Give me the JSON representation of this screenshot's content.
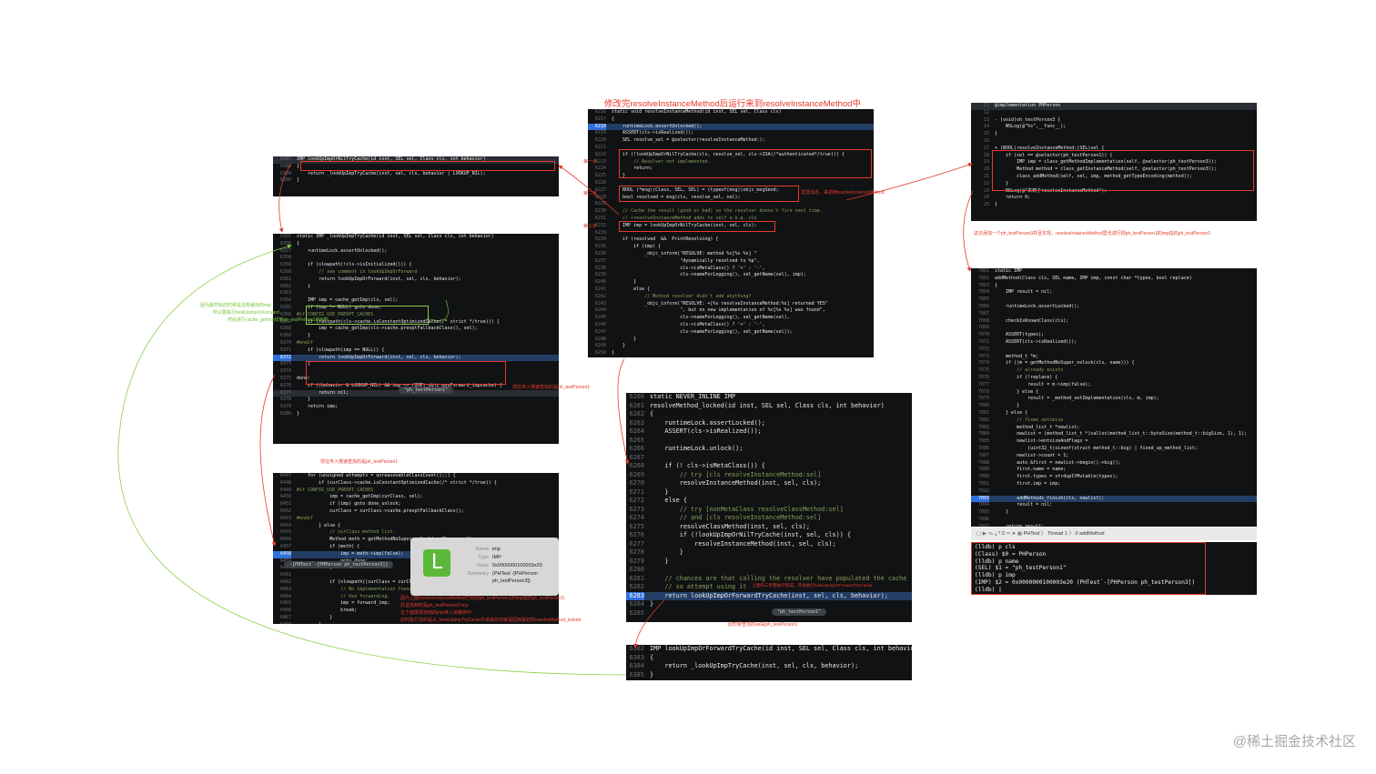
{
  "title": "修改完resolveInstanceMethod后运行来到resolveInstanceMethod中",
  "watermark": "@稀土掘金技术社区",
  "colors": {
    "annotation_red": "#e33b2e",
    "annotation_green": "#7cc63b",
    "editor_bg": "#111213"
  },
  "panel_a": {
    "lines": [
      {
        "n": "6387",
        "t": "IMP lookUpImpOrNilTryCache(id inst, SEL sel, Class cls, int behavior)",
        "hl": true
      },
      {
        "n": "6388",
        "t": "{"
      },
      {
        "n": "6389",
        "t": "    return _lookUpImpTryCache(inst, sel, cls, behavior | LOOKUP_NIL);"
      },
      {
        "n": "6390",
        "t": "}"
      }
    ]
  },
  "panel_b": {
    "lines": [
      {
        "n": "6355",
        "t": "static IMP _lookUpImpTryCache(id inst, SEL sel, Class cls, int behavior)"
      },
      {
        "n": "6356",
        "t": "{"
      },
      {
        "n": "6357",
        "t": "    runtimeLock.assertUnlocked();"
      },
      {
        "n": "6358",
        "t": ""
      },
      {
        "n": "6359",
        "t": "    if (slowpath(!cls->isInitialized())) {"
      },
      {
        "n": "6360",
        "t": "        // see comment in lookUpImpOrForward"
      },
      {
        "n": "6361",
        "t": "        return lookUpImpOrForward(inst, sel, cls, behavior);"
      },
      {
        "n": "6362",
        "t": "    }"
      },
      {
        "n": "6363",
        "t": ""
      },
      {
        "n": "6364",
        "t": "    IMP imp = cache_getImp(cls, sel);"
      },
      {
        "n": "6365",
        "t": "    if (imp != NULL) goto done;"
      },
      {
        "n": "6366",
        "t": "#if CONFIG_USE_PREOPT_CACHES"
      },
      {
        "n": "6367",
        "t": "    if (fastpath(cls->cache.isConstantOptimizedCache(/* strict */true))) {"
      },
      {
        "n": "6368",
        "t": "        imp = cache_getImp(cls->cache.preoptFallbackClass(), sel);"
      },
      {
        "n": "6369",
        "t": "    }"
      },
      {
        "n": "6370",
        "t": "#endif"
      },
      {
        "n": "6371",
        "t": "    if (slowpath(imp == NULL)) {"
      },
      {
        "n": "6372",
        "t": "        return lookUpImpOrForward(inst, sel, cls, behavior);",
        "cur": true
      },
      {
        "n": "6373",
        "t": "    }"
      },
      {
        "n": "6374",
        "t": ""
      },
      {
        "n": "6375",
        "t": "done:"
      },
      {
        "n": "6376",
        "t": "    if ((behavior & LOOKUP_NIL) && imp == (IMP)_objc_msgForward_impcache) {"
      },
      {
        "n": "6377",
        "t": "        return nil;",
        "hl": true
      },
      {
        "n": "6378",
        "t": "    }"
      },
      {
        "n": "6379",
        "t": "    return imp;"
      },
      {
        "n": "6380",
        "t": "}"
      }
    ],
    "pill": "\"ph_testPerson1\""
  },
  "panel_c": {
    "lines": [
      {
        "n": "6216",
        "t": "static void resolveInstanceMethod(id inst, SEL sel, Class cls)"
      },
      {
        "n": "6217",
        "t": "{"
      },
      {
        "n": "6218",
        "t": "    runtimeLock.assertUnlocked();",
        "cur": true
      },
      {
        "n": "6219",
        "t": "    ASSERT(cls->isRealized());"
      },
      {
        "n": "6220",
        "t": "    SEL resolve_sel = @selector(resolveInstanceMethod:);"
      },
      {
        "n": "6221",
        "t": ""
      },
      {
        "n": "6222",
        "t": "    if (!lookUpImpOrNilTryCache(cls, resolve_sel, cls->ISA(/*authenticated*/true))) {"
      },
      {
        "n": "6223",
        "t": "        // Resolver not implemented."
      },
      {
        "n": "6224",
        "t": "        return;"
      },
      {
        "n": "6225",
        "t": "    }"
      },
      {
        "n": "6226",
        "t": ""
      },
      {
        "n": "6227",
        "t": "    BOOL (*msg)(Class, SEL, SEL) = (typeof(msg))objc_msgSend;"
      },
      {
        "n": "6228",
        "t": "    bool resolved = msg(cls, resolve_sel, sel);"
      },
      {
        "n": "6229",
        "t": ""
      },
      {
        "n": "6230",
        "t": "    // Cache the result (good or bad) so the resolver doesn't fire next time."
      },
      {
        "n": "6231",
        "t": "    // +resolveInstanceMethod adds to self a.k.a. cls"
      },
      {
        "n": "6232",
        "t": "    IMP imp = lookUpImpOrNilTryCache(inst, sel, cls);"
      },
      {
        "n": "6233",
        "t": ""
      },
      {
        "n": "6234",
        "t": "    if (resolved  &&  PrintResolving) {"
      },
      {
        "n": "6235",
        "t": "        if (imp) {"
      },
      {
        "n": "6236",
        "t": "            _objc_inform(\"RESOLVE: method %c[%s %s] \""
      },
      {
        "n": "6237",
        "t": "                         \"dynamically resolved to %p\","
      },
      {
        "n": "6238",
        "t": "                         cls->isMetaClass() ? '+' : '-',"
      },
      {
        "n": "6239",
        "t": "                         cls->nameForLogging(), sel_getName(sel), imp);"
      },
      {
        "n": "6240",
        "t": "        }"
      },
      {
        "n": "6241",
        "t": "        else {"
      },
      {
        "n": "6242",
        "t": "            // Method resolver didn't add anything?"
      },
      {
        "n": "6243",
        "t": "            _objc_inform(\"RESOLVE: +[%s resolveInstanceMethod:%s] returned YES\""
      },
      {
        "n": "6244",
        "t": "                         \", but no new implementation of %c[%s %s] was found\","
      },
      {
        "n": "6245",
        "t": "                         cls->nameForLogging(), sel_getName(sel),"
      },
      {
        "n": "6246",
        "t": "                         cls->isMetaClass() ? '+' : '-',"
      },
      {
        "n": "6247",
        "t": "                         cls->nameForLogging(), sel_getName(sel));"
      },
      {
        "n": "6248",
        "t": "        }"
      },
      {
        "n": "6249",
        "t": "    }"
      },
      {
        "n": "6250",
        "t": "}"
      }
    ],
    "tags": [
      "第一步",
      "第二步",
      "第三步"
    ],
    "note_send": "发送消息，来调用resolveInstanceMethod"
  },
  "panel_d": {
    "lines": [
      {
        "n": "11",
        "t": "@implementation PHPerson",
        "hl": true
      },
      {
        "n": "12",
        "t": ""
      },
      {
        "n": "13",
        "t": "- (void)oh_testPerson3 {"
      },
      {
        "n": "14",
        "t": "    NSLog(@\"%s\",__func__);"
      },
      {
        "n": "15",
        "t": "}"
      },
      {
        "n": "16",
        "t": ""
      },
      {
        "n": "17",
        "t": "+ (BOOL)resolveInstanceMethod:(SEL)sel {"
      },
      {
        "n": "18",
        "t": "    if (sel == @selector(ph_testPerson1)) {"
      },
      {
        "n": "19",
        "t": "        IMP imp = class_getMethodImplementation(self, @selector(ph_testPerson3));"
      },
      {
        "n": "20",
        "t": "        Method method = class_getInstanceMethod(self, @selector(ph_testPerson3));"
      },
      {
        "n": "21",
        "t": "        class_addMethod(self, sel, imp, method_getTypeEncoding(method));"
      },
      {
        "n": "22",
        "t": "    }"
      },
      {
        "n": "23",
        "t": "    NSLog(@\"来到了resolveInstanceMethod\");"
      },
      {
        "n": "24",
        "t": "    return 0;"
      },
      {
        "n": "25",
        "t": "}"
      }
    ],
    "note": "这次添加一个ph_testPerson3并且实现，resolveInstanceMethod里也进行把ph_testPerson1的imp指向ph_testPerson3"
  },
  "panel_e": {
    "lines": [
      {
        "n": "6260",
        "t": "static NEVER_INLINE IMP"
      },
      {
        "n": "6261",
        "t": "resolveMethod_locked(id inst, SEL sel, Class cls, int behavior)"
      },
      {
        "n": "6262",
        "t": "{"
      },
      {
        "n": "6263",
        "t": "    runtimeLock.assertLocked();"
      },
      {
        "n": "6264",
        "t": "    ASSERT(cls->isRealized());"
      },
      {
        "n": "6265",
        "t": ""
      },
      {
        "n": "6266",
        "t": "    runtimeLock.unlock();"
      },
      {
        "n": "6267",
        "t": ""
      },
      {
        "n": "6268",
        "t": "    if (! cls->isMetaClass()) {"
      },
      {
        "n": "6269",
        "t": "        // try [cls resolveInstanceMethod:sel]"
      },
      {
        "n": "6270",
        "t": "        resolveInstanceMethod(inst, sel, cls);"
      },
      {
        "n": "6271",
        "t": "    }"
      },
      {
        "n": "6272",
        "t": "    else {"
      },
      {
        "n": "6273",
        "t": "        // try [nonMetaClass resolveClassMethod:sel]"
      },
      {
        "n": "6274",
        "t": "        // and [cls resolveInstanceMethod:sel]"
      },
      {
        "n": "6275",
        "t": "        resolveClassMethod(inst, sel, cls);"
      },
      {
        "n": "6276",
        "t": "        if (!lookUpImpOrNilTryCache(inst, sel, cls)) {"
      },
      {
        "n": "6277",
        "t": "            resolveInstanceMethod(inst, sel, cls);"
      },
      {
        "n": "6278",
        "t": "        }"
      },
      {
        "n": "6279",
        "t": "    }"
      },
      {
        "n": "6280",
        "t": ""
      },
      {
        "n": "6281",
        "t": "    // chances are that calling the resolver have populated the cache"
      },
      {
        "n": "6282",
        "t": "    // so attempt using it"
      },
      {
        "n": "6283",
        "t": "    return lookUpImpOrForwardTryCache(inst, sel, cls, behavior);",
        "cur": true
      },
      {
        "n": "6284",
        "t": "}"
      },
      {
        "n": "6285",
        "t": ""
      }
    ],
    "pill": "\"ph_testPerson1\"",
    "note_inline": "上面的三步都执行完成，开始执行lookUpImpOrForwardTryCache",
    "note_below": "此时要查找的sel是ph_testPerson1"
  },
  "panel_f": {
    "lines": [
      {
        "n": "6382",
        "t": "IMP lookUpImpOrForwardTryCache(id inst, SEL sel, Class cls, int behavior)"
      },
      {
        "n": "6383",
        "t": "{"
      },
      {
        "n": "6384",
        "t": "    return _lookUpImpTryCache(inst, sel, cls, behavior);"
      },
      {
        "n": "6385",
        "t": "}"
      }
    ]
  },
  "panel_g": {
    "lines": [
      {
        "n": "6447",
        "t": "    for (unsigned attempts = unreasonableClassCount();;) {"
      },
      {
        "n": "6448",
        "t": "        if (curClass->cache.isConstantOptimizedCache(/* strict */true)) {"
      },
      {
        "n": "6449",
        "t": "#if CONFIG_USE_PREOPT_CACHES"
      },
      {
        "n": "6450",
        "t": "            imp = cache_getImp(curClass, sel);"
      },
      {
        "n": "6451",
        "t": "            if (imp) goto done_unlock;"
      },
      {
        "n": "6452",
        "t": "            curClass = curClass->cache.preoptFallbackClass();"
      },
      {
        "n": "6453",
        "t": "#endif"
      },
      {
        "n": "6454",
        "t": "        } else {"
      },
      {
        "n": "6455",
        "t": "            // curClass method list."
      },
      {
        "n": "6456",
        "t": "            Method meth = getMethodNoSuper_nolock(curClass, sel);"
      },
      {
        "n": "6457",
        "t": "            if (meth) {"
      },
      {
        "n": "6458",
        "t": "                imp = meth->imp(false);",
        "cur": true
      },
      {
        "n": "6459",
        "t": "                goto done;"
      },
      {
        "n": "6460",
        "t": "            }"
      },
      {
        "n": "6461",
        "t": ""
      },
      {
        "n": "6462",
        "t": "            if (slowpath((curClass = curClass->getSuperclass()) == nil)) {"
      },
      {
        "n": "6463",
        "t": "                // No implementation found, and method resolver didn't help."
      },
      {
        "n": "6464",
        "t": "                // Use forwarding."
      },
      {
        "n": "6465",
        "t": "                imp = forward_imp;"
      },
      {
        "n": "6466",
        "t": "                break;"
      },
      {
        "n": "6467",
        "t": "            }"
      },
      {
        "n": "6468",
        "t": "        }"
      }
    ],
    "pill": "-[PHTest`-[PHPerson ph_testPerson3]]",
    "popup": {
      "logo": "L",
      "rows": [
        {
          "k": "Name",
          "v": "imp"
        },
        {
          "k": "Type",
          "v": "IMP"
        },
        {
          "k": "Value",
          "v": "0x0000000100003e20"
        },
        {
          "k": "Summary",
          "v": "(PHTest`-[PHPerson"
        },
        {
          "k": "",
          "v": "ph_testPerson3])"
        }
      ]
    },
    "notes": [
      "因为上面resolveInstanceMethod已经把ph_testPerson1的imp指向ph_testPerson3,",
      "并且找到的是ph_testPerson3 imp",
      "在下面再把找到的imp存入到缓存中",
      "此时执行完的是从_lookUpImpTryCache中进来的也就是回到最初的resolveMethod_locked"
    ]
  },
  "panel_h": {
    "lines": [
      {
        "n": "7061",
        "t": "static IMP"
      },
      {
        "n": "7062",
        "t": "addMethod(Class cls, SEL name, IMP imp, const char *types, bool replace)"
      },
      {
        "n": "7063",
        "t": "{"
      },
      {
        "n": "7064",
        "t": "    IMP result = nil;"
      },
      {
        "n": "7065",
        "t": ""
      },
      {
        "n": "7066",
        "t": "    runtimeLock.assertLocked();"
      },
      {
        "n": "7067",
        "t": ""
      },
      {
        "n": "7068",
        "t": "    checkIsKnownClass(cls);"
      },
      {
        "n": "7069",
        "t": ""
      },
      {
        "n": "7070",
        "t": "    ASSERT(types);"
      },
      {
        "n": "7071",
        "t": "    ASSERT(cls->isRealized());"
      },
      {
        "n": "7072",
        "t": ""
      },
      {
        "n": "7073",
        "t": "    method_t *m;"
      },
      {
        "n": "7074",
        "t": "    if ((m = getMethodNoSuper_nolock(cls, name))) {"
      },
      {
        "n": "7075",
        "t": "        // already exists"
      },
      {
        "n": "7076",
        "t": "        if (!replace) {"
      },
      {
        "n": "7077",
        "t": "            result = m->imp(false);"
      },
      {
        "n": "7078",
        "t": "        } else {"
      },
      {
        "n": "7079",
        "t": "            result = _method_setImplementation(cls, m, imp);"
      },
      {
        "n": "7080",
        "t": "        }"
      },
      {
        "n": "7081",
        "t": "    } else {"
      },
      {
        "n": "7082",
        "t": "        // fixme optimize"
      },
      {
        "n": "7083",
        "t": "        method_list_t *newlist;"
      },
      {
        "n": "7084",
        "t": "        newlist = (method_list_t *)calloc(method_list_t::byteSize(method_t::bigSize, 1), 1);"
      },
      {
        "n": "7085",
        "t": "        newlist->entsizeAndFlags ="
      },
      {
        "n": "7086",
        "t": "            (uint32_t)sizeof(struct method_t::big) | fixed_up_method_list;"
      },
      {
        "n": "7087",
        "t": "        newlist->count = 1;"
      },
      {
        "n": "7088",
        "t": "        auto &first = newlist->begin()->big();"
      },
      {
        "n": "7089",
        "t": "        first.name = name;"
      },
      {
        "n": "7090",
        "t": "        first.types = strdupIfMutable(types);"
      },
      {
        "n": "7091",
        "t": "        first.imp = imp;"
      },
      {
        "n": "7092",
        "t": ""
      },
      {
        "n": "7093",
        "t": "        addMethods_finish(cls, newlist);",
        "cur": true
      },
      {
        "n": "7094",
        "t": "        result = nil;"
      },
      {
        "n": "7095",
        "t": "    }"
      },
      {
        "n": "7096",
        "t": ""
      },
      {
        "n": "7097",
        "t": "    return result;"
      },
      {
        "n": "7098",
        "t": "}"
      }
    ],
    "debugbar": "PHTest  〉 Thread 1  〉 0 addMethod",
    "console": "(lldb) p cls\n(Class) $0 = PHPerson\n(lldb) p name\n(SEL) $1 = \"ph_testPerson1\"\n(lldb) p imp\n(IMP) $2 = 0x0000000100003e20 (PHTest`-[PHPerson ph_testPerson3])\n(lldb) |"
  },
  "notes_misc": {
    "cache_note": [
      "因为最开始的时候是没有缓存的imp",
      "所以要执行lookUpImpOrForward",
      "然后进行cache_getImp找到ph_testPerson1的IMP"
    ],
    "b_note": "现在传入慢速查找的是ph_testPerson1",
    "g_title": "现在传入慢速查找的是ph_testPerson1"
  }
}
